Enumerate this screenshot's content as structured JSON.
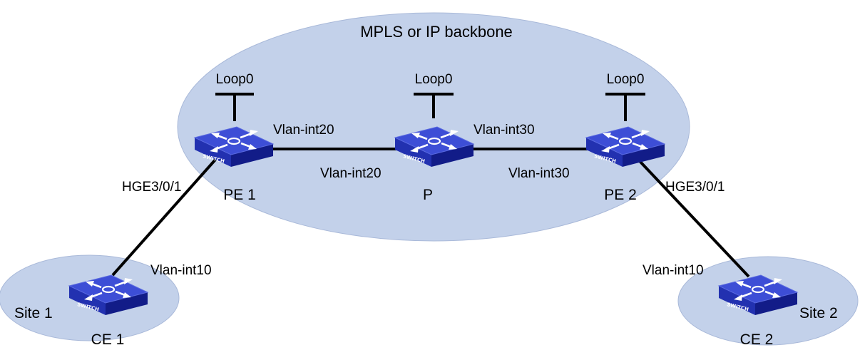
{
  "title": "MPLS or IP backbone",
  "colors": {
    "cloud_fill": "#c3d1ea",
    "cloud_stroke": "#a9b9d9",
    "link": "#000000",
    "switch_top": "#3d4ed6",
    "switch_dark": "#121c88",
    "switch_mid": "#2231b0",
    "label_text": "#000000"
  },
  "icons": {
    "switch": "switch-icon",
    "loopback": "loopback-icon"
  },
  "switch_badge": "SWITCH",
  "sites": {
    "site1": "Site 1",
    "site2": "Site 2"
  },
  "devices": {
    "pe1": {
      "name": "PE 1",
      "loopback": "Loop0"
    },
    "p": {
      "name": "P",
      "loopback": "Loop0"
    },
    "pe2": {
      "name": "PE 2",
      "loopback": "Loop0"
    },
    "ce1": {
      "name": "CE 1"
    },
    "ce2": {
      "name": "CE 2"
    }
  },
  "interfaces": {
    "pe1_to_p": "Vlan-int20",
    "p_to_pe1": "Vlan-int20",
    "p_to_pe2": "Vlan-int30",
    "pe2_to_p": "Vlan-int30",
    "pe1_to_ce1": "HGE3/0/1",
    "ce1_to_pe1": "Vlan-int10",
    "pe2_to_ce2": "HGE3/0/1",
    "ce2_to_pe2": "Vlan-int10"
  }
}
